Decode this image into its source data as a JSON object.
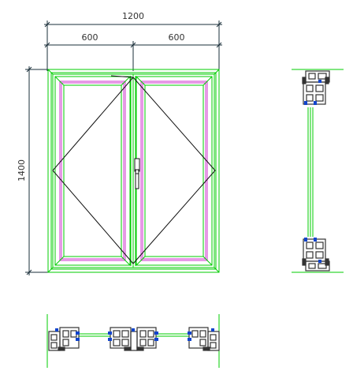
{
  "dimensions": {
    "overall_width": "1200",
    "left_sash_width": "600",
    "right_sash_width": "600",
    "overall_height": "1400"
  },
  "colors": {
    "frame_line": "#00cc00",
    "sash_inner_line": "#cc33cc",
    "dimension_line": "#1a2f3a",
    "profile_dark": "#333333",
    "profile_blue": "#1144cc",
    "background": "#ffffff"
  }
}
